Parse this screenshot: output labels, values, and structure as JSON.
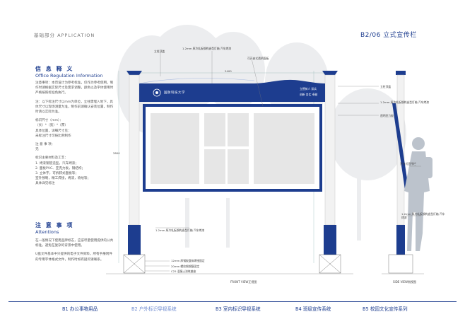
{
  "header": {
    "left": "基础部分 APPLICATION",
    "right": "B2/06 立式宣传栏"
  },
  "info": {
    "title": "信 息 释 义",
    "subtitle": "Office Regulation Information",
    "paragraphs": [
      "注意事项：本页设计为参考标准，仅作为参考使用。制作时请根据实际尺寸及需求调整，颜色以及字体使用时严格按照标准色执行。",
      "注：以下标注尺寸以mm为单位，立柱需埋入地下，具体尺寸以现场测量为准，制作前请确认安装位置，制作时请以实际为准。"
    ],
    "size_title": "标识尺寸（mm）：",
    "size_lines": [
      "（长）*（宽）*（厚）",
      "具体位置，详细尺寸见：",
      "未标注尺寸可按比例制作"
    ],
    "note_title": "注 意 事 项：",
    "note_value": "无",
    "mat_title": "标识主要材料及工艺：",
    "mat_lines": [
      "1. 烤漆钢管造型，汽车烤漆；",
      "2. 面板PVC、亚克力板，钢结构；",
      "3. 立体字，可拆卸式面板等；",
      "室外预制，精工焊接，烤漆，喷绘等；",
      "具体详见标注"
    ]
  },
  "attention": {
    "title": "注 意 事 项",
    "subtitle": "Attentions",
    "paragraphs": [
      "在一般情况下使用品牌标志，应该尽量使用提供的公共标准，避免在复杂的背景中使用。",
      "U盘文件基本中只提供的电子文件资料，所有手册附件的专用字体格式文件，制作时如有疑问请联系。"
    ]
  },
  "board": {
    "logo_text": "国防科技大学",
    "right_text_1": "立德树人 崇实",
    "right_text_2": "创新 务实 卓越"
  },
  "annotations": {
    "top_1": "1.2mm 厚冷轧板钢构造型灯箱 汽车烤漆",
    "top_2": "可开启式透明面板",
    "top_left": "立柱顶盖",
    "right_1": "立柱顶盖",
    "right_2": "1.2mm 厚冷轧板钢构造型灯箱 汽车烤漆",
    "right_3": "透明亚力板",
    "bottom_1": "1.2mm 厚冷轧板钢构造型灯箱 汽车烤漆",
    "base_1": "12mm 厚钢板整体焊接固定",
    "base_2": "20mm 螺纹钢钢筋固定",
    "base_3": "C25 混凝土浇筑基座",
    "side_1": "1.2mm 厚冷轧板钢构造型灯箱 汽车烤漆",
    "side_2": "开启式宣传栏",
    "dim_w": "2400",
    "dim_h": "2800",
    "front_caption": "FRONT VIEW正视图",
    "side_caption": "SIDE VIEW侧视图"
  },
  "footer": {
    "items": [
      {
        "label": "B1 办公事物用品"
      },
      {
        "label": "B2 户外标识导视系统"
      },
      {
        "label": "B3 室内标识导视系统"
      },
      {
        "label": "B4 班级宣传系统"
      },
      {
        "label": "B5 校园文化宣传系列"
      }
    ]
  },
  "colors": {
    "brand": "#1d3d8f",
    "active": "#6d8ad0",
    "panel": "#e6e6e6",
    "column": "#f2f2f2"
  }
}
